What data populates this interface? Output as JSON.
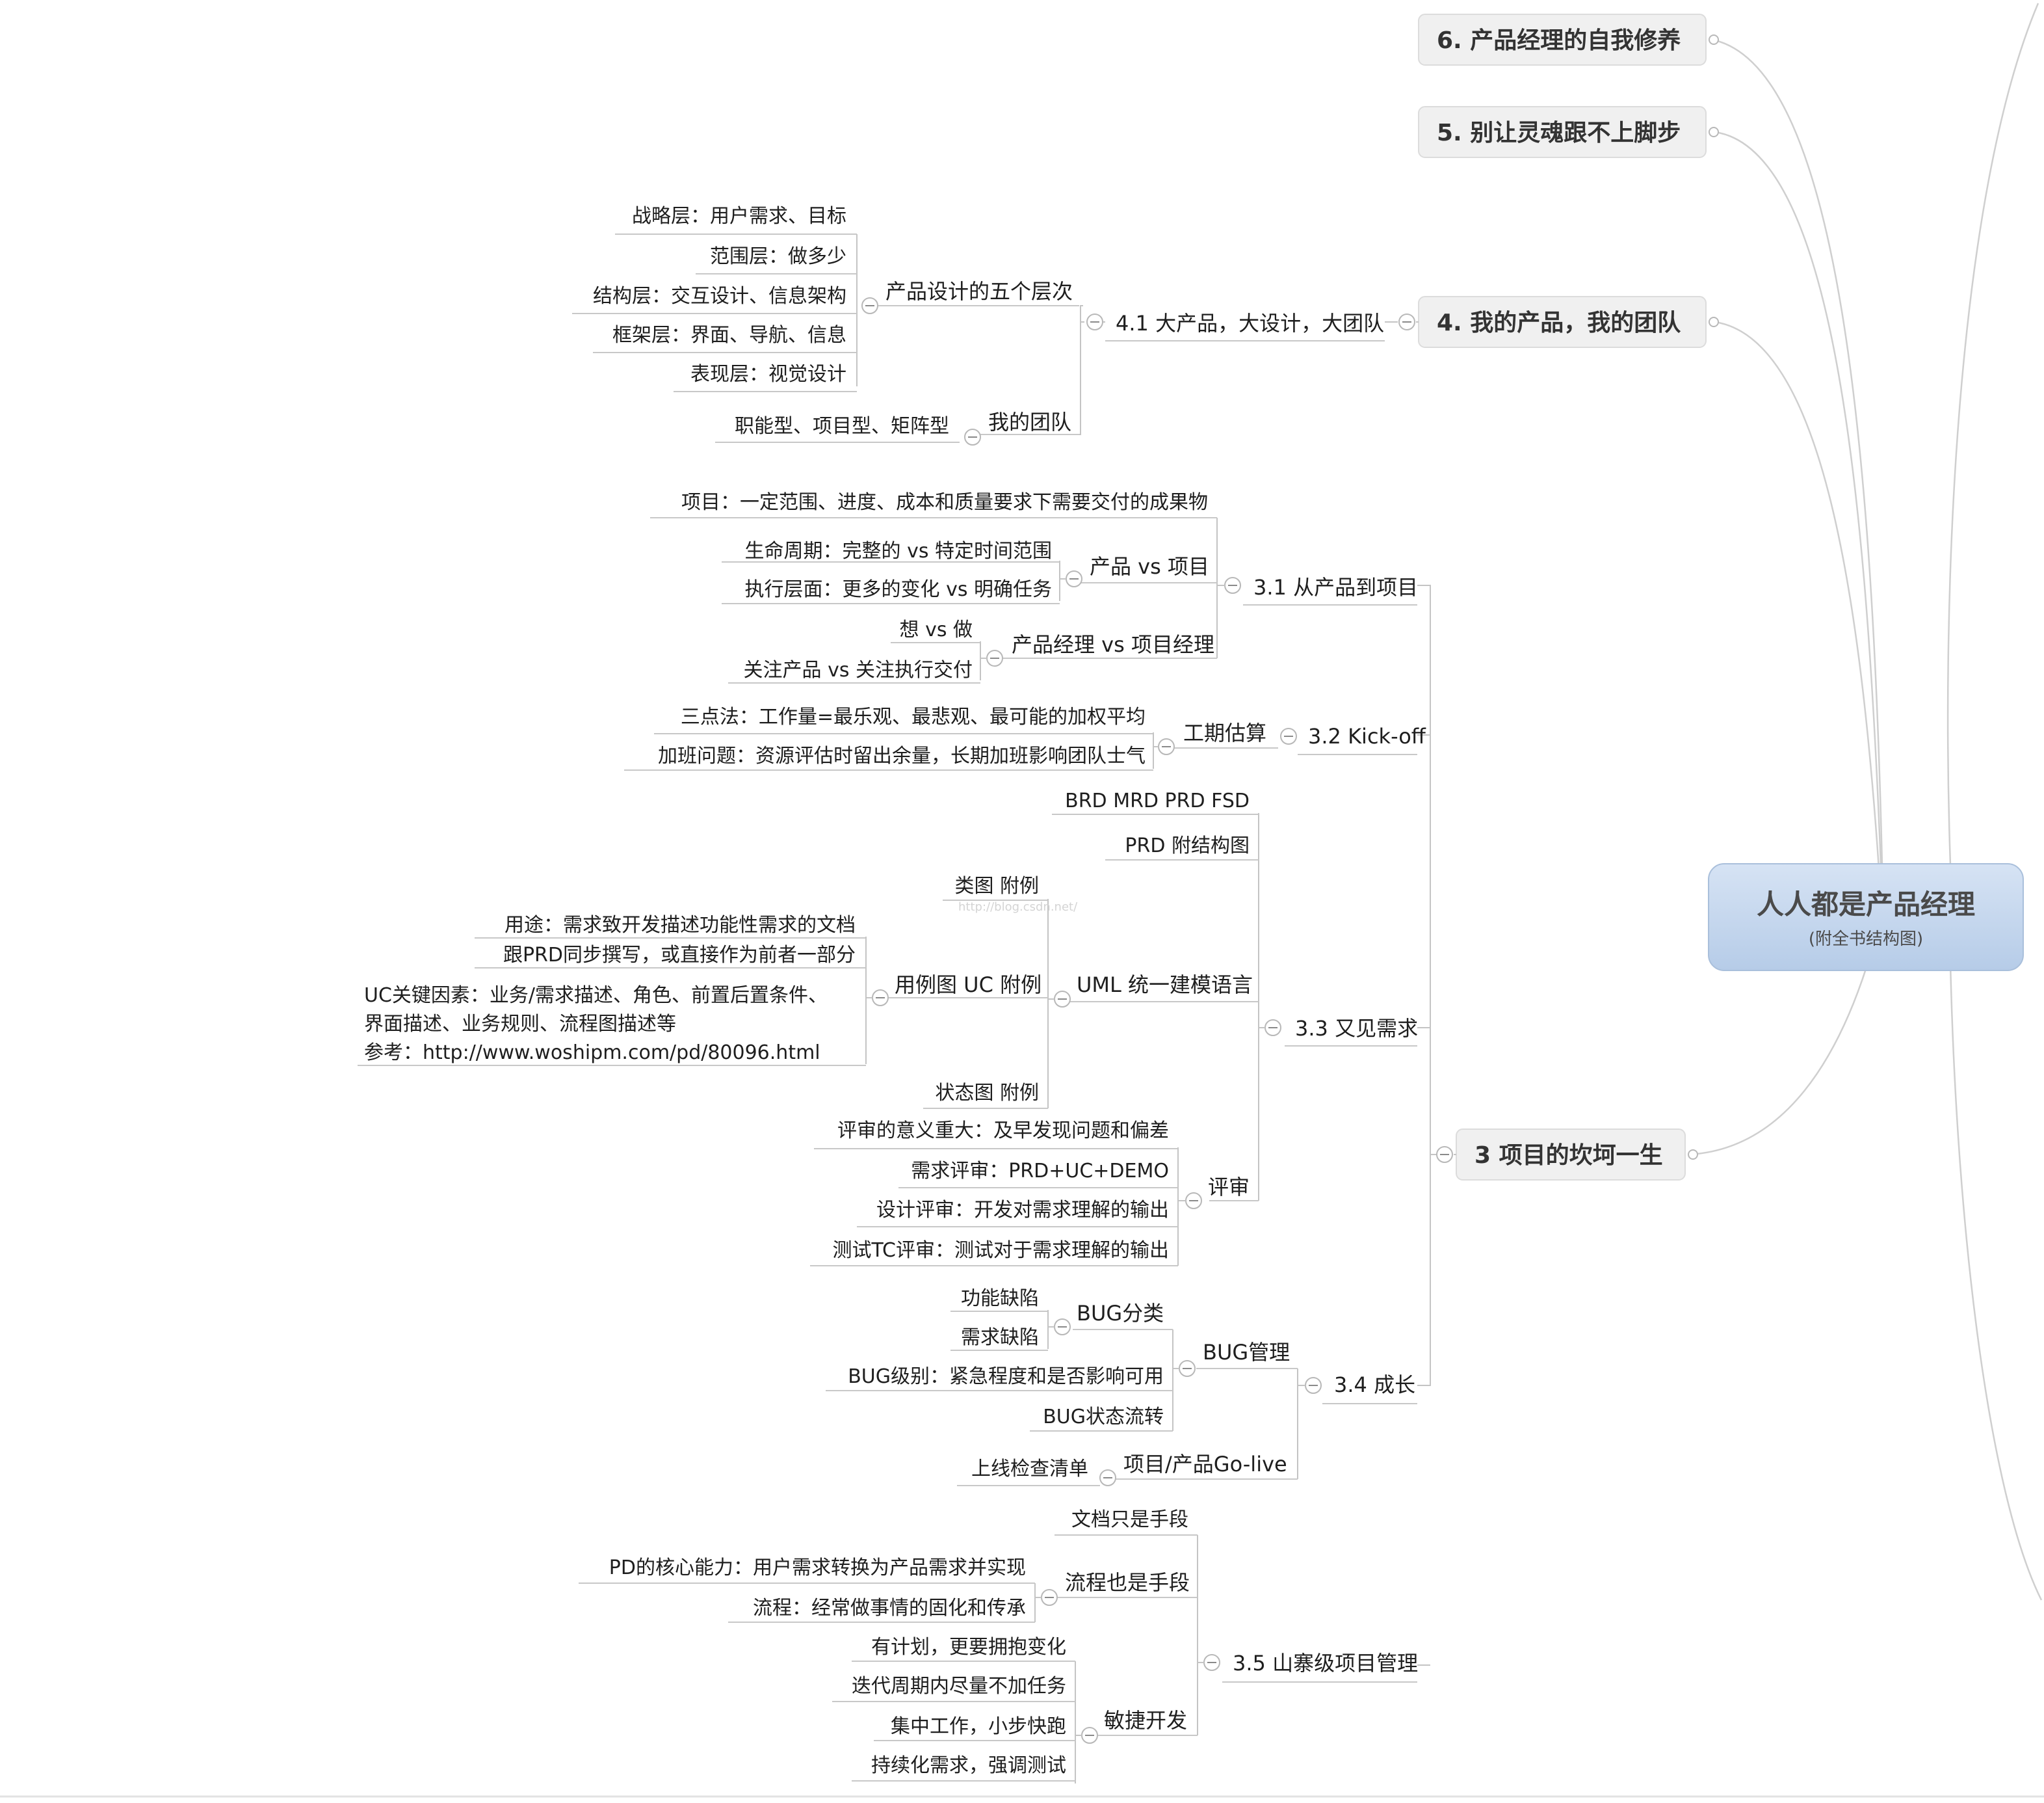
{
  "central": {
    "title": "人人都是产品经理",
    "subtitle": "(附全书结构图)"
  },
  "watermark": "http://blog.csdn.net/",
  "colors": {
    "central_fill_top": "#d6e3f4",
    "central_fill_bottom": "#b6cce8",
    "main_fill": "#f0f0f0",
    "line": "#c4c4c4"
  },
  "branches": {
    "b6": "6. 产品经理的自我修养",
    "b5": "5. 别让灵魂跟不上脚步",
    "b4": {
      "label": "4. 我的产品，我的团队",
      "s41": {
        "label": "4.1 大产品，大设计，大团队",
        "five_levels": {
          "label": "产品设计的五个层次",
          "items": [
            "战略层：用户需求、目标",
            "范围层：做多少",
            "结构层：交互设计、信息架构",
            "框架层：界面、导航、信息",
            "表现层：视觉设计"
          ]
        },
        "team": {
          "label": "我的团队",
          "items": [
            "职能型、项目型、矩阵型"
          ]
        }
      }
    },
    "b3": {
      "label": "3 项目的坎坷一生",
      "s31": {
        "label": "3.1 从产品到项目",
        "project_def": "项目：一定范围、进度、成本和质量要求下需要交付的成果物",
        "pvp": {
          "label": "产品 vs 项目",
          "items": [
            "生命周期：完整的 vs 特定时间范围",
            "执行层面：更多的变化 vs 明确任务"
          ]
        },
        "pm": {
          "label": "产品经理 vs 项目经理",
          "items": [
            "想 vs 做",
            "关注产品 vs 关注执行交付"
          ]
        }
      },
      "s32": {
        "label": "3.2 Kick-off",
        "estimate": {
          "label": "工期估算",
          "items": [
            "三点法：工作量=最乐观、最悲观、最可能的加权平均",
            "加班问题：资源评估时留出余量，长期加班影响团队士气"
          ]
        }
      },
      "s33": {
        "label": "3.3 又见需求",
        "docs": "BRD MRD PRD FSD",
        "prd": "PRD 附结构图",
        "uml": {
          "label": "UML 统一建模语言",
          "class_diagram": "类图 附例",
          "usecase": {
            "label": "用例图 UC 附例",
            "items": [
              "用途：需求致开发描述功能性需求的文档",
              "跟PRD同步撰写，或直接作为前者一部分"
            ],
            "uc_lines": [
              "UC关键因素：业务/需求描述、角色、前置后置条件、",
              "界面描述、业务规则、流程图描述等",
              "参考：http://www.woshipm.com/pd/80096.html"
            ]
          },
          "state_diagram": "状态图 附例"
        },
        "review": {
          "label": "评审",
          "meaning": "评审的意义重大：及早发现问题和偏差",
          "items": [
            "需求评审：PRD+UC+DEMO",
            "设计评审：开发对需求理解的输出",
            "测试TC评审：测试对于需求理解的输出"
          ]
        }
      },
      "s34": {
        "label": "3.4 成长",
        "bug": {
          "label": "BUG管理",
          "category": {
            "label": "BUG分类",
            "items": [
              "功能缺陷",
              "需求缺陷"
            ]
          },
          "level": "BUG级别：紧急程度和是否影响可用",
          "flow": "BUG状态流转"
        },
        "golive": {
          "label": "项目/产品Go-live",
          "items": [
            "上线检查清单"
          ]
        }
      },
      "s35": {
        "label": "3.5 山寨级项目管理",
        "doc_means": "文档只是手段",
        "process": {
          "label": "流程也是手段",
          "items": [
            "PD的核心能力：用户需求转换为产品需求并实现",
            "流程：经常做事情的固化和传承"
          ]
        },
        "agile": {
          "label": "敏捷开发",
          "items": [
            "有计划，更要拥抱变化",
            "迭代周期内尽量不加任务",
            "集中工作，小步快跑",
            "持续化需求，强调测试"
          ]
        }
      }
    }
  }
}
